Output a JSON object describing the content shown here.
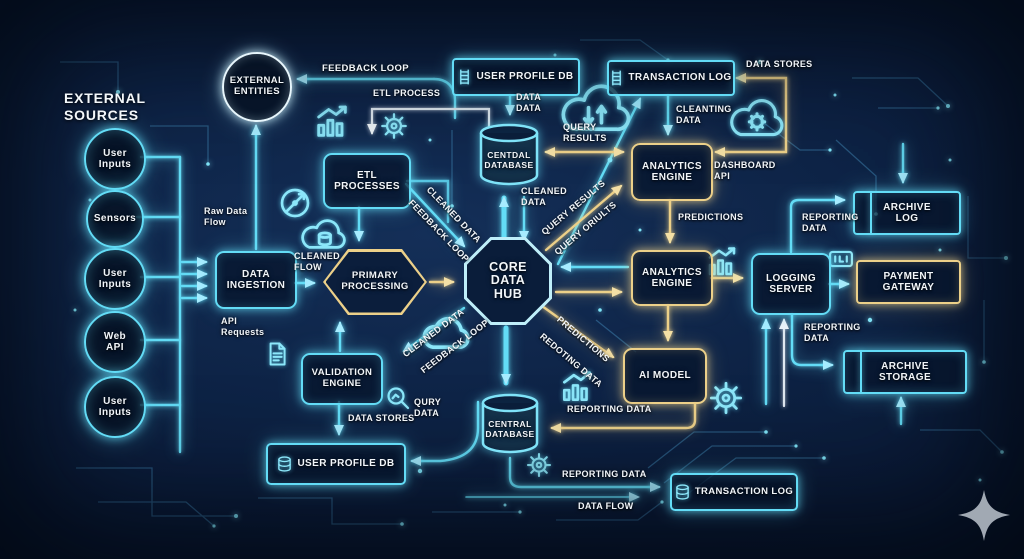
{
  "palette": {
    "background": "#0A1C38",
    "accent_cyan": "#63DCF6",
    "accent_gold": "#ECD089",
    "text": "#F2F6FA"
  },
  "title": {
    "label": "EXTERNAL\nSOURCES"
  },
  "sources": [
    {
      "label": "User\nInputs"
    },
    {
      "label": "Sensors"
    },
    {
      "label": "User\nInputs"
    },
    {
      "label": "Web\nAPI"
    },
    {
      "label": "User\nInputs"
    }
  ],
  "nodes": {
    "external_entities": {
      "label": "EXTERNAL\nENTITIES"
    },
    "etl_processes": {
      "label": "ETL\nPROCESSES"
    },
    "data_ingestion": {
      "label": "DATA\nINGESTION"
    },
    "primary_processing": {
      "label": "PRIMARY\nPROCESSING"
    },
    "validation_engine": {
      "label": "VALIDATION\nENGINE"
    },
    "core_data_hub": {
      "label": "CORE\nDATA\nHUB"
    },
    "central_database_top": {
      "label": "CENTDAL\nDATABASE"
    },
    "central_database_bottom": {
      "label": "CENTRAL\nDATABASE"
    },
    "user_profile_db_top": {
      "label": "USER PROFILE DB"
    },
    "user_profile_db_bottom": {
      "label": "USER PROFILE DB"
    },
    "transaction_log_top": {
      "label": "TRANSACTION LOG"
    },
    "transaction_log_bottom": {
      "label": "TRANSACTION LOG"
    },
    "analytics_engine_1": {
      "label": "ANALYTICS\nENGINE"
    },
    "analytics_engine_2": {
      "label": "ANALYTICS\nENGINE"
    },
    "ai_model": {
      "label": "AI MODEL"
    },
    "logging_server": {
      "label": "LOGGING\nSERVER"
    },
    "archive_log": {
      "label": "ARCHIVE\nLOG"
    },
    "payment_gateway": {
      "label": "PAYMENT\nGATEWAY"
    },
    "archive_storage": {
      "label": "ARCHIVE\nSTORAGE"
    }
  },
  "flow_labels": {
    "feedback_loop_top": "FEEDBACK LOOP",
    "etl_process": "ETL PROCESS",
    "data_data": "DATA\nDATA",
    "data_stores_top": "DATA STORES",
    "cleanting_data": "CLEANTING\nDATA",
    "query_results": "QUERY\nRESULTS",
    "raw_data_flow": "Raw Data\nFlow",
    "cleaned_flow": "CLEANED\nFLOW",
    "api_requests": "API\nRequests",
    "cleaned_data_upper": "CLEANED DATA",
    "feedback_loop_upper": "FEEDBACK LOOP",
    "cleaned_data_vertical": "CLEANED\nDATA",
    "query_results_diag": "QUERY RESULTS",
    "query_oriults_diag": "QUERY ORIULTS",
    "dashboard_api": "DASHBOARD\nAPI",
    "predictions": "PREDICTIONS",
    "reporting_data_right_top": "REPORTING\nDATA",
    "reporting_data_right_bottom": "REPORTING\nDATA",
    "cleaned_data_lower": "CLEANED DATA",
    "feedback_loop_lower": "FEEDBACK LOOP",
    "predictions_diag": "PREDICTIONS",
    "redoting_data_diag": "REDOTING DATA",
    "data_stores_bottom": "DATA STORES",
    "qury_data": "QURY\nDATA",
    "reporting_data_gold": "REPORTING DATA",
    "reporting_data_bottom": "REPORTING DATA",
    "data_flow": "DATA FLOW"
  },
  "icons": [
    "trend-chart",
    "gear",
    "compass",
    "cloud-database",
    "cloud",
    "document",
    "magnifier",
    "cloud-sync",
    "cloud-gear",
    "bar-chart",
    "chip",
    "rack",
    "database",
    "sparkle"
  ]
}
